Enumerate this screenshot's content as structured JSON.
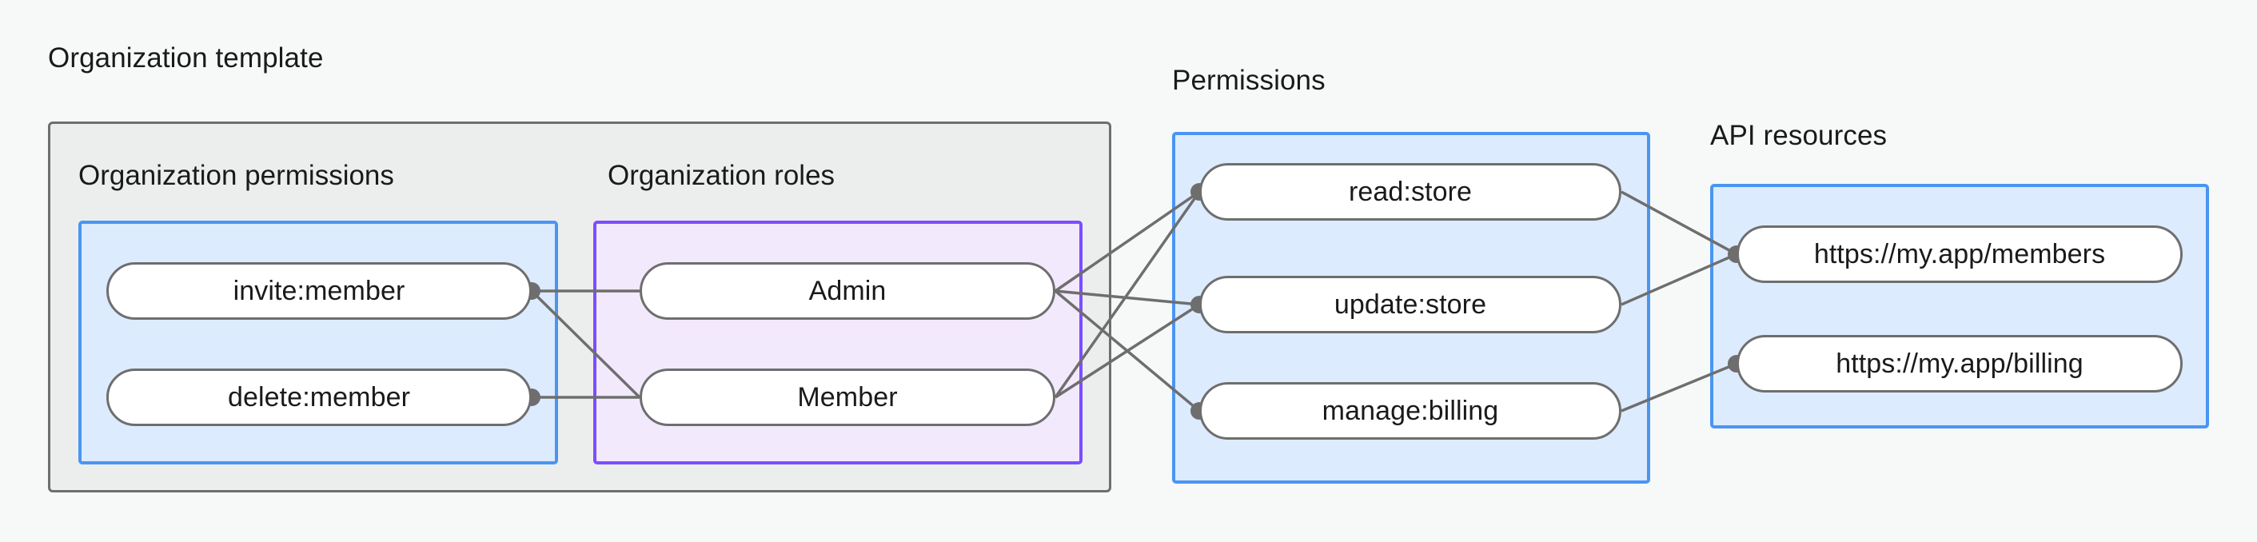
{
  "diagram": {
    "title_organization_template": "Organization template",
    "title_permissions": "Permissions",
    "title_api_resources": "API resources",
    "subtitle_organization_permissions": "Organization permissions",
    "subtitle_organization_roles": "Organization roles",
    "colors": {
      "page_background": "#f7f8f8",
      "outer_container_border": "#6e6e6e",
      "outer_container_fill": "#eceeed",
      "blue_border": "#4a95f2",
      "blue_fill": "#dcebfd",
      "purple_border": "#7c4dff",
      "purple_fill": "#f2e9fd",
      "node_border": "#6e6e6e",
      "node_fill": "#ffffff",
      "edge_stroke": "#6e6e6e",
      "text": "#1a1a1a"
    },
    "organization_permissions": [
      {
        "id": "invite-member",
        "label": "invite:member"
      },
      {
        "id": "delete-member",
        "label": "delete:member"
      }
    ],
    "organization_roles": [
      {
        "id": "admin",
        "label": "Admin"
      },
      {
        "id": "member",
        "label": "Member"
      }
    ],
    "permissions": [
      {
        "id": "read-store",
        "label": "read:store"
      },
      {
        "id": "update-store",
        "label": "update:store"
      },
      {
        "id": "manage-billing",
        "label": "manage:billing"
      }
    ],
    "api_resources": [
      {
        "id": "members-resource",
        "label": "https://my.app/members"
      },
      {
        "id": "billing-resource",
        "label": "https://my.app/billing"
      }
    ],
    "edges": [
      {
        "from": "invite-member",
        "to": "admin"
      },
      {
        "from": "invite-member",
        "to": "member"
      },
      {
        "from": "delete-member",
        "to": "member"
      },
      {
        "from": "admin",
        "to": "read-store"
      },
      {
        "from": "admin",
        "to": "update-store"
      },
      {
        "from": "admin",
        "to": "manage-billing"
      },
      {
        "from": "member",
        "to": "read-store"
      },
      {
        "from": "member",
        "to": "update-store"
      },
      {
        "from": "read-store",
        "to": "members-resource"
      },
      {
        "from": "update-store",
        "to": "members-resource"
      },
      {
        "from": "manage-billing",
        "to": "billing-resource"
      }
    ]
  }
}
